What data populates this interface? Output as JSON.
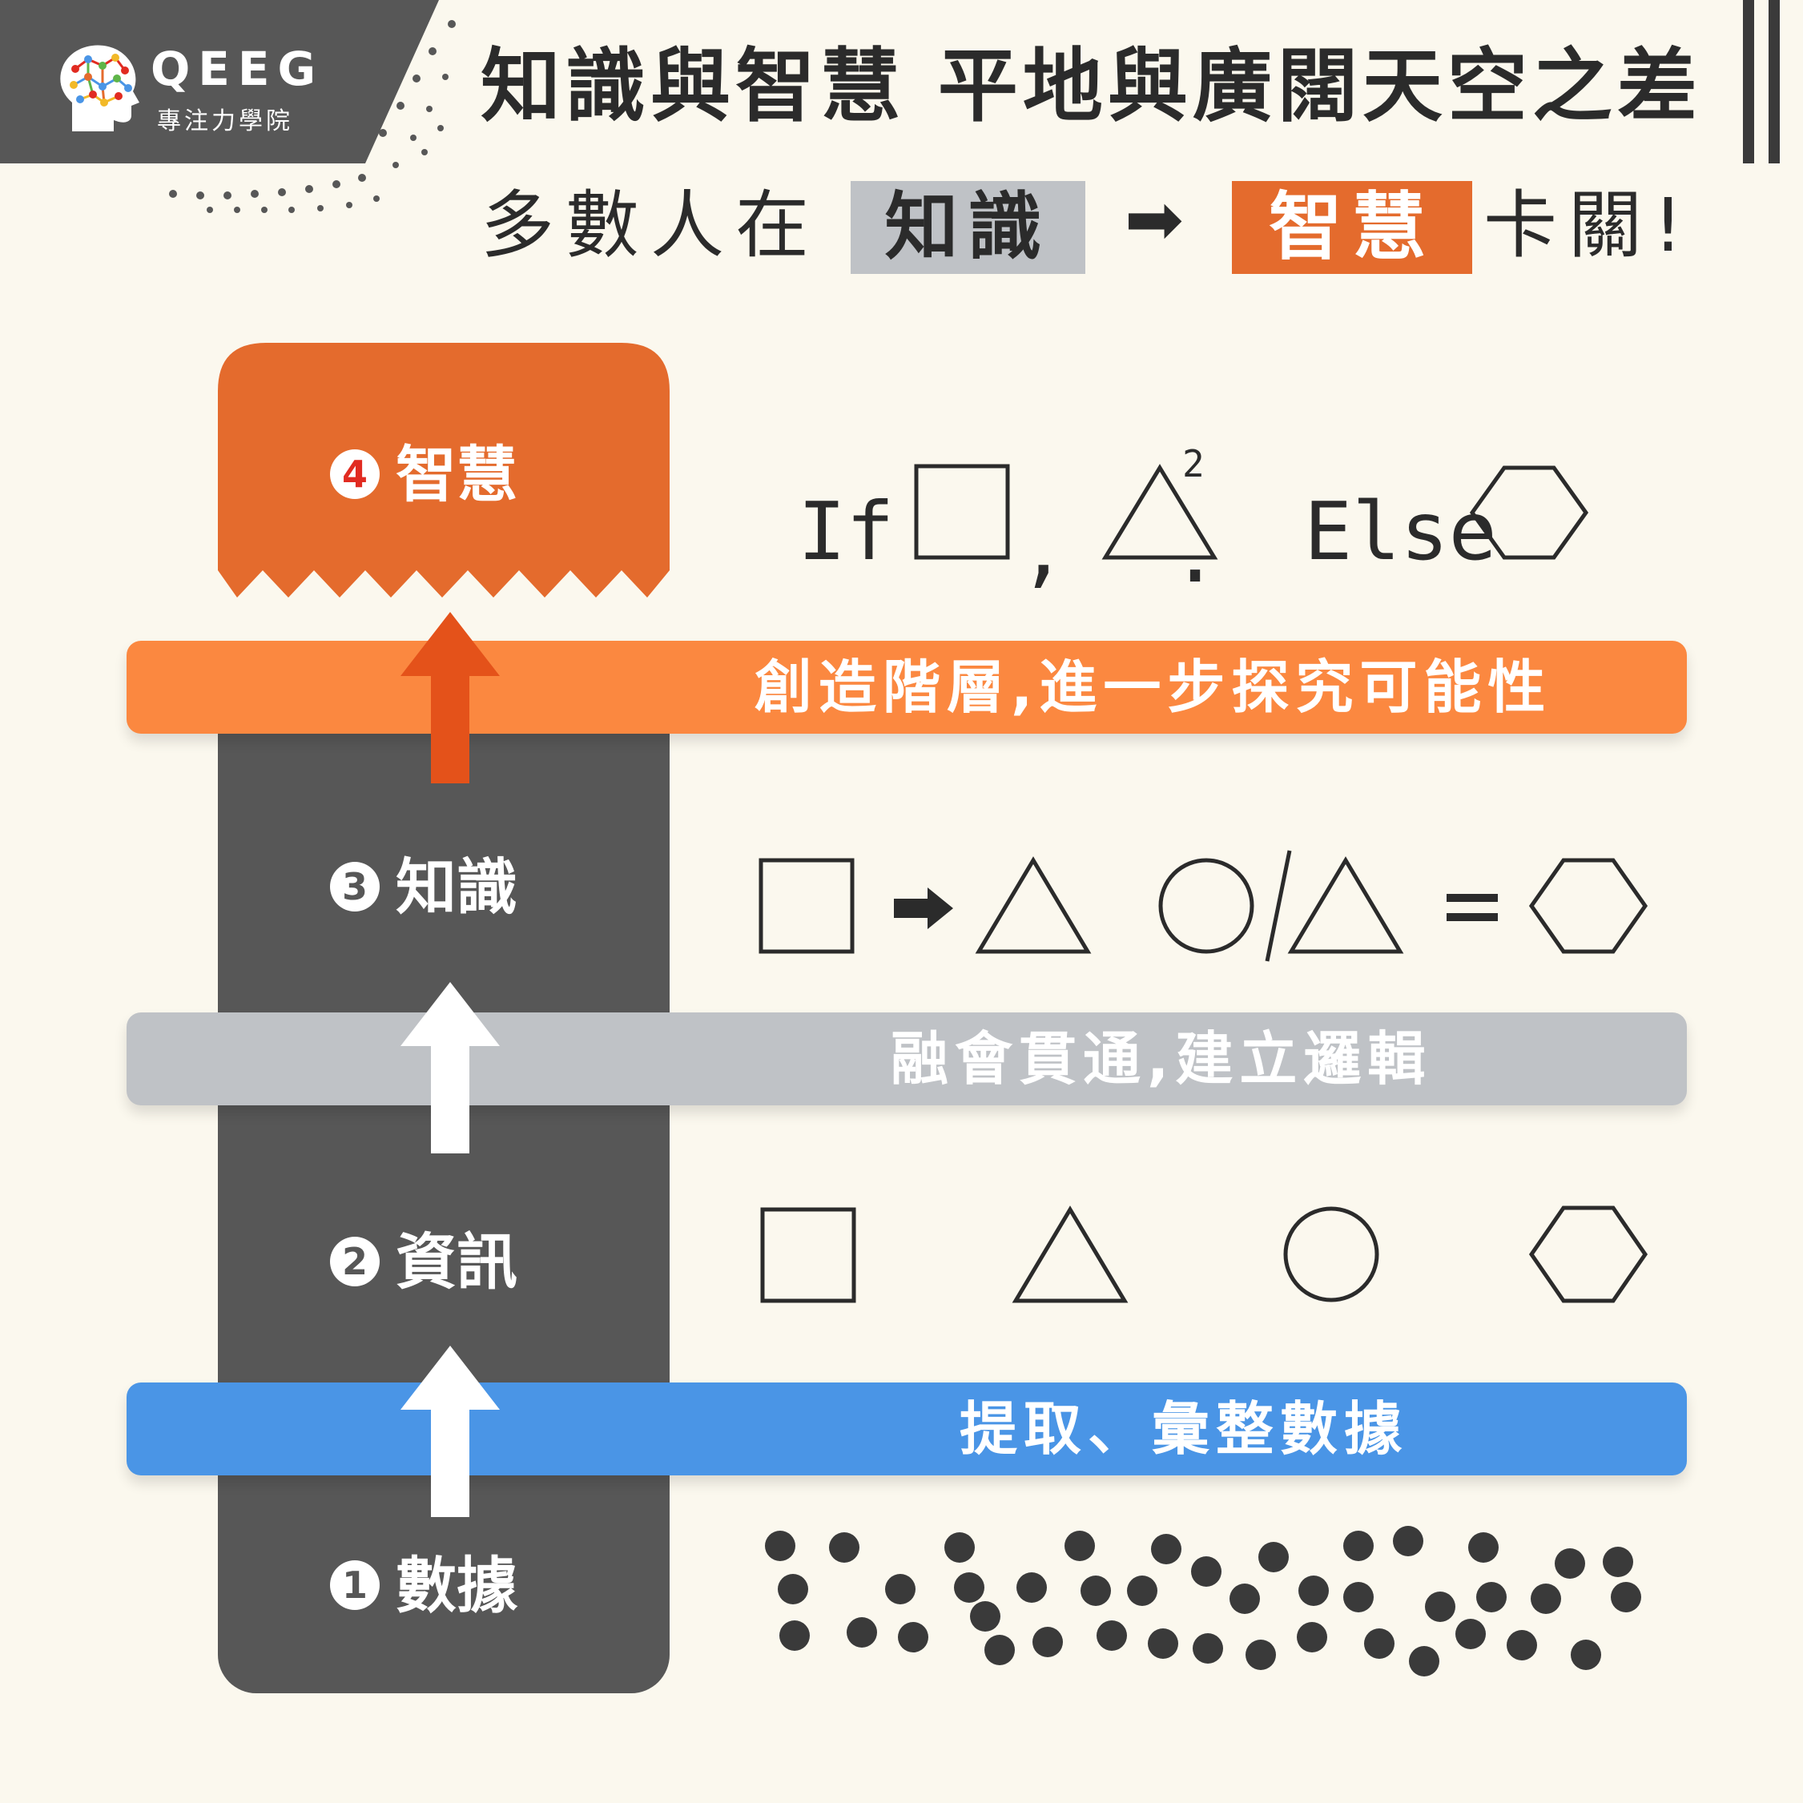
{
  "brand": {
    "name": "QEEG",
    "subtitle": "專注力學院",
    "colors": {
      "dark": "#575757",
      "orange": "#e46b2d",
      "grey": "#bfc2c6",
      "blue": "#4a95e6",
      "cream": "#fbf8ee"
    },
    "icon": "brain-network-head-icon"
  },
  "header": {
    "title": "知識與智慧 平地與廣闊天空之差",
    "subtitle_prefix": "多數人在",
    "subtitle_knowledge": "知識",
    "subtitle_arrow": "➡",
    "subtitle_wisdom": "智慧",
    "subtitle_suffix": "卡關!"
  },
  "stages": [
    {
      "num": "❶",
      "label": "數據"
    },
    {
      "num": "❷",
      "label": "資訊"
    },
    {
      "num": "❸",
      "label": "知識"
    },
    {
      "num": "❹",
      "label": "智慧"
    }
  ],
  "bands": [
    {
      "text": "提取、彙整數據",
      "color": "#4a95e6"
    },
    {
      "text": "融會貫通,建立邏輯",
      "color": "#bfc2c6"
    },
    {
      "text": "創造階層,進一步探究可能性",
      "color": "#fb8840"
    }
  ],
  "examples": {
    "information": [
      "square-icon",
      "triangle-icon",
      "circle-icon",
      "hexagon-icon"
    ],
    "knowledge": {
      "shapes": [
        "square-icon",
        "arrow-right-icon",
        "triangle-icon",
        "circle-icon",
        "slash-icon",
        "triangle-icon",
        "equals-icon",
        "hexagon-icon"
      ]
    },
    "wisdom": {
      "if": "If",
      "comma": ",",
      "exponent": "2",
      "dot": ".",
      "else": "Else"
    }
  }
}
